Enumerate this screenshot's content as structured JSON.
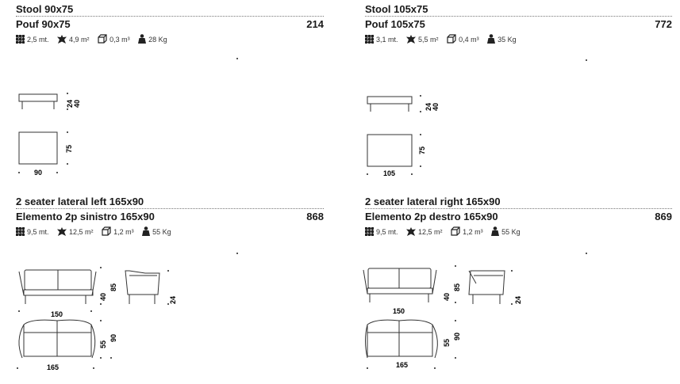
{
  "colors": {
    "text": "#1a1a1a",
    "line": "#333333"
  },
  "products": [
    {
      "title_en": "Stool 90x75",
      "title_it": "Pouf 90x75",
      "code": "214",
      "specs": {
        "fabric": "2,5 mt.",
        "leather": "4,9 m²",
        "volume": "0,3 m³",
        "weight": "28 Kg"
      },
      "dims": {
        "height_seat": "24",
        "height_total": "40",
        "depth": "75",
        "width": "90"
      }
    },
    {
      "title_en": "Stool 105x75",
      "title_it": "Pouf 105x75",
      "code": "772",
      "specs": {
        "fabric": "3,1 mt.",
        "leather": "5,5 m²",
        "volume": "0,4 m³",
        "weight": "35 Kg"
      },
      "dims": {
        "height_seat": "24",
        "height_total": "40",
        "depth": "75",
        "width": "105"
      }
    },
    {
      "title_en": "2 seater lateral left 165x90",
      "title_it": "Elemento 2p sinistro 165x90",
      "code": "868",
      "specs": {
        "fabric": "9,5 mt.",
        "leather": "12,5 m²",
        "volume": "1,2 m³",
        "weight": "55 Kg"
      },
      "dims": {
        "height_seat": "40",
        "height_total": "85",
        "arm_height": "24",
        "seat_depth": "55",
        "depth": "90",
        "inner_width": "150",
        "width": "165"
      }
    },
    {
      "title_en": "2 seater lateral right 165x90",
      "title_it": "Elemento 2p destro 165x90",
      "code": "869",
      "specs": {
        "fabric": "9,5 mt.",
        "leather": "12,5 m²",
        "volume": "1,2 m³",
        "weight": "55 Kg"
      },
      "dims": {
        "height_seat": "40",
        "height_total": "85",
        "arm_height": "24",
        "seat_depth": "55",
        "depth": "90",
        "inner_width": "150",
        "width": "165"
      }
    }
  ]
}
